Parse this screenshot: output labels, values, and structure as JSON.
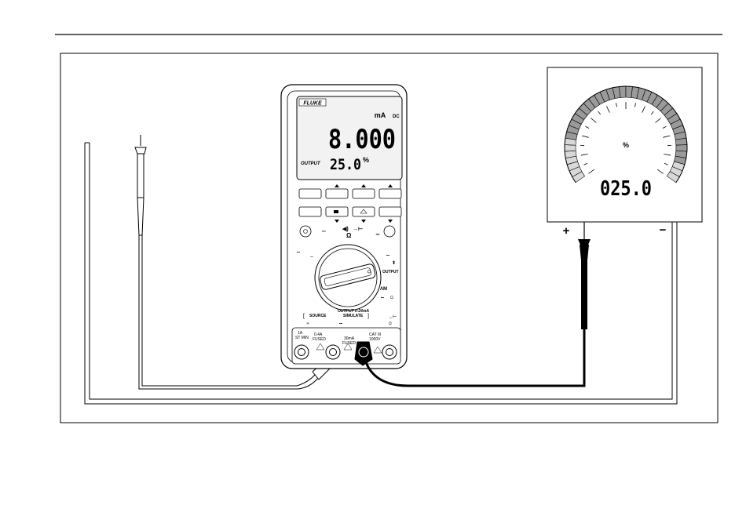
{
  "meter": {
    "brand": "FLUKE",
    "main_reading": "8.000",
    "main_unit": "mA",
    "main_mode": "DC",
    "output_label": "OUTPUT",
    "secondary_reading": "25.0",
    "secondary_unit": "%",
    "dial_output_label": "OUTPUT",
    "source_label": "SOURCE",
    "simulate_label": "SIMULATE",
    "source_range_label": "OUTPUT 0-24mA",
    "ohm_symbol": "Ω",
    "jacks": {
      "a_label": "1A",
      "a_rating": "ST MIN",
      "fused_label": "0.4A",
      "fused_rating": "FUSED",
      "ma_label": "30mA",
      "ma_rating": "FUSED",
      "cat_label": "CAT III",
      "cat_rating": "1000V"
    },
    "icons": [
      "backlight-icon",
      "hold-icon",
      "min-max-icon",
      "range-icon",
      "beeper-icon",
      "diode-icon"
    ]
  },
  "display": {
    "unit": "%",
    "reading": "025.0",
    "scale_segments": 40,
    "level_fraction": 0.25
  },
  "terminals": {
    "plus": "+",
    "minus": "−"
  },
  "colors": {
    "ink": "#000000",
    "lcd_bg": "#f2f2f2",
    "gauge_fill": "#9a9a9a",
    "gauge_light": "#d8d8d8",
    "lead_red": "#ffffff",
    "lead_black": "#000000"
  }
}
